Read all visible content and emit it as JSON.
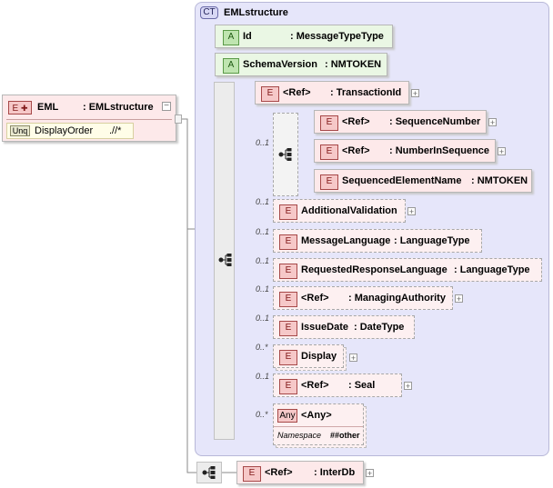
{
  "root": {
    "name": "EML",
    "type": ": EMLstructure",
    "badge": "E",
    "attr_badge": "Unq",
    "attr_label": "DisplayOrder",
    "attr_value": ".//*"
  },
  "complex_type": {
    "badge": "CT",
    "name": "EMLstructure"
  },
  "attributes": [
    {
      "badge": "A",
      "name": "Id",
      "type": ": MessageTypeType"
    },
    {
      "badge": "A",
      "name": "SchemaVersion",
      "type": ": NMTOKEN"
    }
  ],
  "elements": {
    "transaction_id": {
      "badge": "E",
      "ref": "<Ref>",
      "name": ": TransactionId"
    },
    "sequence_number": {
      "badge": "E",
      "ref": "<Ref>",
      "name": ": SequenceNumber"
    },
    "number_in_sequence": {
      "badge": "E",
      "ref": "<Ref>",
      "name": ": NumberInSequence"
    },
    "sequenced_element_name": {
      "badge": "E",
      "name": "SequencedElementName",
      "type": ": NMTOKEN"
    },
    "additional_validation": {
      "badge": "E",
      "name": "AdditionalValidation",
      "mult": "0..1"
    },
    "message_language": {
      "badge": "E",
      "name": "MessageLanguage",
      "type": ": LanguageType",
      "mult": "0..1"
    },
    "requested_response_language": {
      "badge": "E",
      "name": "RequestedResponseLanguage",
      "type": ": LanguageType",
      "mult": "0..1"
    },
    "managing_authority": {
      "badge": "E",
      "ref": "<Ref>",
      "name": ": ManagingAuthority",
      "mult": "0..1"
    },
    "issue_date": {
      "badge": "E",
      "name": "IssueDate",
      "type": ": DateType",
      "mult": "0..1"
    },
    "display": {
      "badge": "E",
      "name": "Display",
      "mult": "0..*"
    },
    "seal": {
      "badge": "E",
      "ref": "<Ref>",
      "name": ": Seal",
      "mult": "0..1"
    },
    "any": {
      "badge": "Any",
      "name": "<Any>",
      "mult": "0..*",
      "ns_label": "Namespace",
      "ns_value": "##other"
    },
    "inter_db": {
      "badge": "E",
      "ref": "<Ref>",
      "name": ": InterDb"
    }
  },
  "seq_mult": "0..1"
}
